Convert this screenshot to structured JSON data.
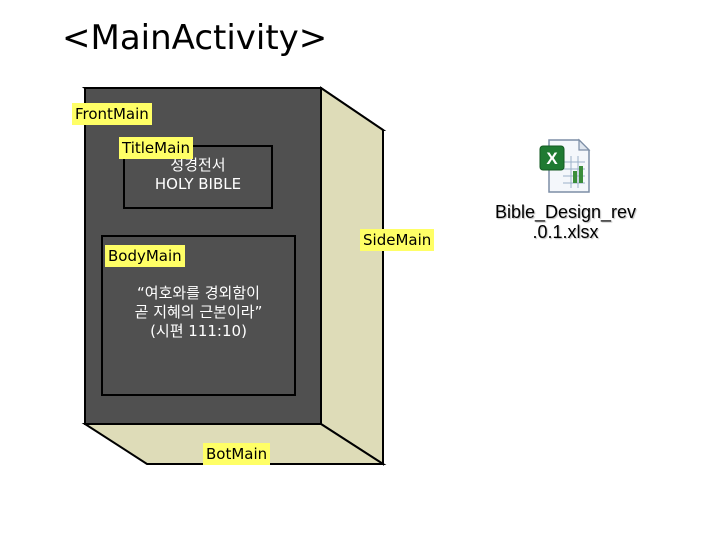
{
  "title": "<MainActivity>",
  "labels": {
    "front": "FrontMain",
    "title": "TitleMain",
    "body": "BodyMain",
    "side": "SideMain",
    "bottom": "BotMain"
  },
  "title_box": {
    "line1": "성경전서",
    "line2": "HOLY BIBLE"
  },
  "body_box": {
    "line1": "“여호와를 경외함이",
    "line2": "곧 지혜의 근본이라”",
    "line3": "(시편 111:10)"
  },
  "file": {
    "name_line1": "Bible_Design_rev",
    "name_line2": ".0.1.xlsx",
    "icon": "excel-file-icon"
  },
  "colors": {
    "front": "#505050",
    "side": "#dedcb8",
    "label_bg": "#ffff66"
  }
}
